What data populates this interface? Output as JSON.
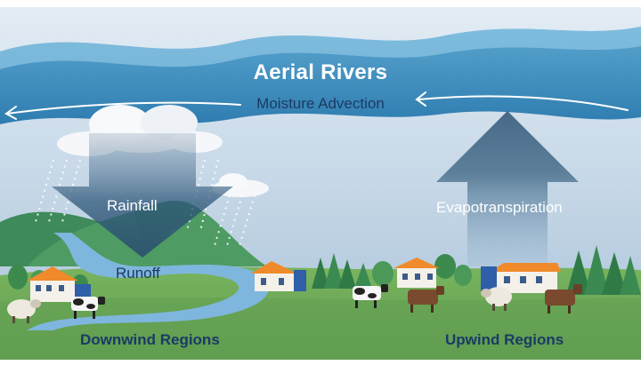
{
  "labels": {
    "title": "Aerial Rivers",
    "subtitle": "Moisture Advection",
    "rainfall": "Rainfall",
    "runoff": "Runoff",
    "evapotranspiration": "Evapotranspiration",
    "downwind": "Downwind Regions",
    "upwind": "Upwind Regions"
  },
  "colors": {
    "sky_top": "#dfeaf3",
    "sky_bottom": "#a9c3d9",
    "river_band": "#3f8fbf",
    "river_band_dark": "#2f78a8",
    "arrow": "#4a6f8c",
    "mountain": "#4e9b63",
    "field": "#6aaa5a",
    "stream": "#7fb6dd",
    "label_dark": "#1b3a66"
  }
}
